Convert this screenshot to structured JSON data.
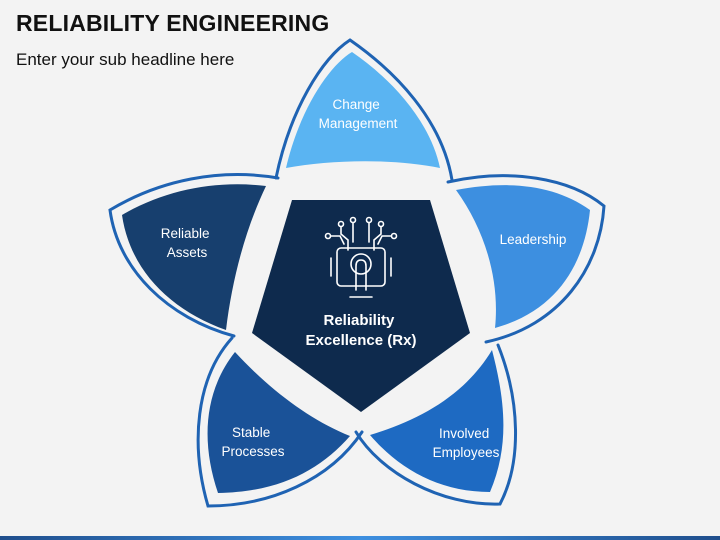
{
  "header": {
    "title": "RELIABILITY ENGINEERING",
    "subtitle": "Enter your sub headline here"
  },
  "center": {
    "line1": "Reliability",
    "line2": "Excellence (Rx)",
    "icon": "finger-touch-circuit-icon",
    "color": "#0e2a4d"
  },
  "petals": [
    {
      "id": "change-management",
      "lines": [
        "Change",
        "Management"
      ],
      "color": "#5ab4f2"
    },
    {
      "id": "leadership",
      "lines": [
        "Leadership"
      ],
      "color": "#3d8fe0"
    },
    {
      "id": "involved-employees",
      "lines": [
        "Involved",
        "Employees"
      ],
      "color": "#1e6ac2"
    },
    {
      "id": "stable-processes",
      "lines": [
        "Stable",
        "Processes"
      ],
      "color": "#1a5298"
    },
    {
      "id": "reliable-assets",
      "lines": [
        "Reliable",
        "Assets"
      ],
      "color": "#173f6e"
    }
  ],
  "colors": {
    "outline": "#1f63b3",
    "background": "#f3f3f3"
  }
}
